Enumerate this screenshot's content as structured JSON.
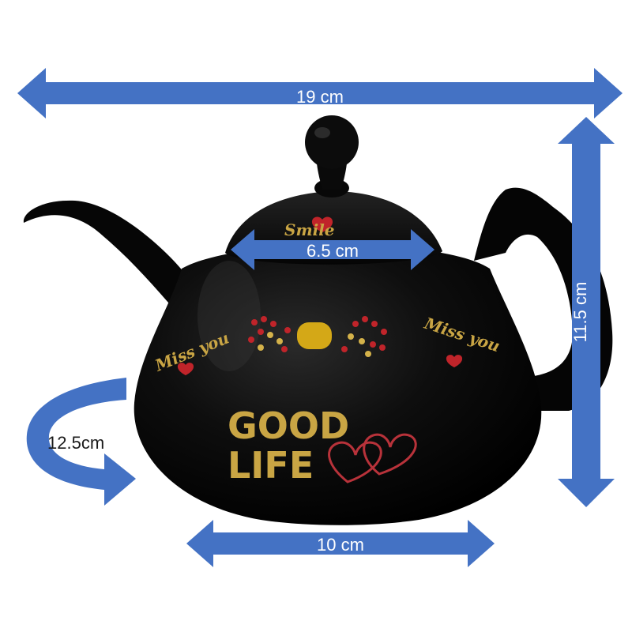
{
  "image": {
    "subject": "teapot",
    "accent_color": "#4472c4",
    "body_color": "#0b0b0b"
  },
  "dimensions": {
    "width": "19 cm",
    "height": "11.5  cm",
    "lid": "6.5 cm",
    "base": "10 cm",
    "circumference": "12.5cm"
  },
  "decoration": {
    "miss_left": "Miss you",
    "miss_right": "Miss you",
    "good": "GOOD",
    "life": "LIFE",
    "smile": "Smile"
  }
}
